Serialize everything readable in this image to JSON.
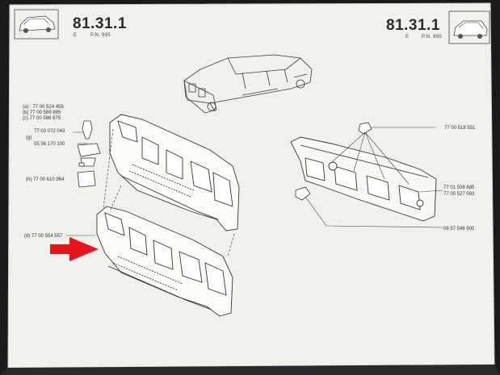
{
  "header_left": {
    "code": "81.31.1",
    "letter": "E",
    "pn": "P.N. 995"
  },
  "header_right": {
    "code": "81.31.1",
    "letter": "E",
    "pn": "P.N. 995"
  },
  "left_refs": {
    "a": "(a) : 77 00 524 459",
    "b": "(b) 77 00 589 885",
    "c": "(c) 77 00 586 875",
    "g_label": "(g)",
    "g1": "77 03 072 043",
    "g2": "05 56 170 100",
    "h": "(h) 77 00 610 964",
    "d": "(d) 77 00 554 557"
  },
  "right_refs": {
    "r1": "77 00 518 551",
    "r2": "77 01 508 685",
    "r3": "77 00 527 593",
    "r4": "08 57 546 500"
  },
  "colors": {
    "arrow": "#e8141b",
    "paper": "#f1f1ec",
    "ink": "#2a2a2a"
  }
}
